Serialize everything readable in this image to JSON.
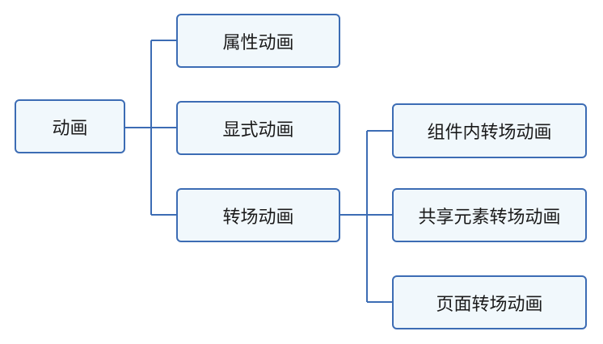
{
  "root": {
    "label": "动画"
  },
  "level1": [
    {
      "label": "属性动画"
    },
    {
      "label": "显式动画"
    },
    {
      "label": "转场动画"
    }
  ],
  "level2": [
    {
      "label": "组件内转场动画"
    },
    {
      "label": "共享元素转场动画"
    },
    {
      "label": "页面转场动画"
    }
  ],
  "colors": {
    "node_fill": "#f1f8fc",
    "node_border": "#3c6cb4",
    "connector": "#3c6cb4",
    "text": "#1a1a1a"
  }
}
